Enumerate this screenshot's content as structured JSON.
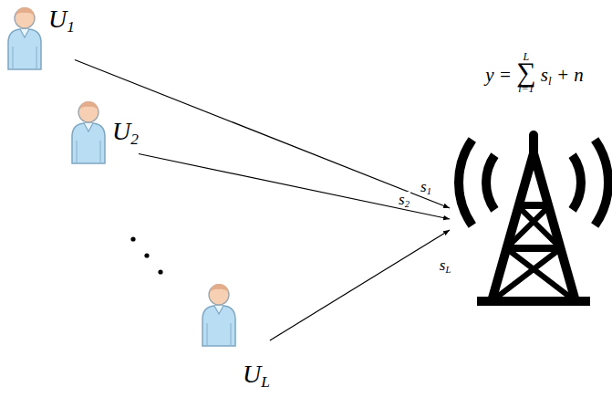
{
  "diagram": {
    "nodes": [
      {
        "text": [
          "U1"
        ]
      },
      {
        "text": [
          "U2"
        ]
      },
      {
        "text": [
          "UL"
        ]
      },
      {
        "text": [
          "y = ∑ sl + n"
        ]
      }
    ],
    "edges": [
      {
        "from": 0,
        "to": 3,
        "arrow": "to",
        "label": "s1"
      },
      {
        "from": 1,
        "to": 3,
        "arrow": "to",
        "label": "s2"
      },
      {
        "from": 2,
        "to": 3,
        "arrow": "to",
        "label": "sL"
      }
    ],
    "labels": [
      "L",
      "l=1"
    ]
  }
}
